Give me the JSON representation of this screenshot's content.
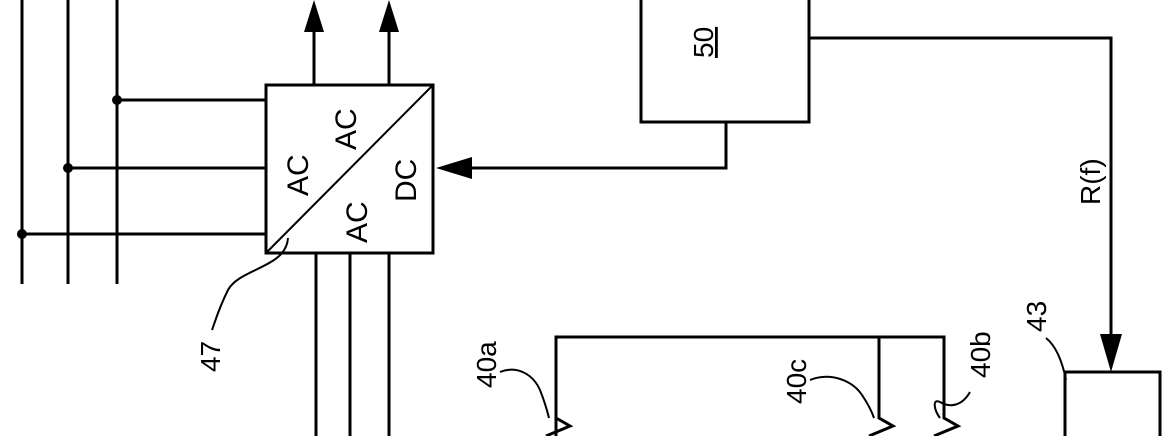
{
  "diagram": {
    "converter": {
      "ref": "47",
      "label_top_left": "AC",
      "label_top_right": "AC",
      "label_bottom_left": "AC",
      "label_bottom_right": "DC"
    },
    "controller": {
      "ref": "50"
    },
    "signal": {
      "label": "R(f)"
    },
    "block": {
      "ref": "43"
    },
    "coils": [
      {
        "ref": "40a"
      },
      {
        "ref": "40c"
      },
      {
        "ref": "40b"
      }
    ]
  }
}
